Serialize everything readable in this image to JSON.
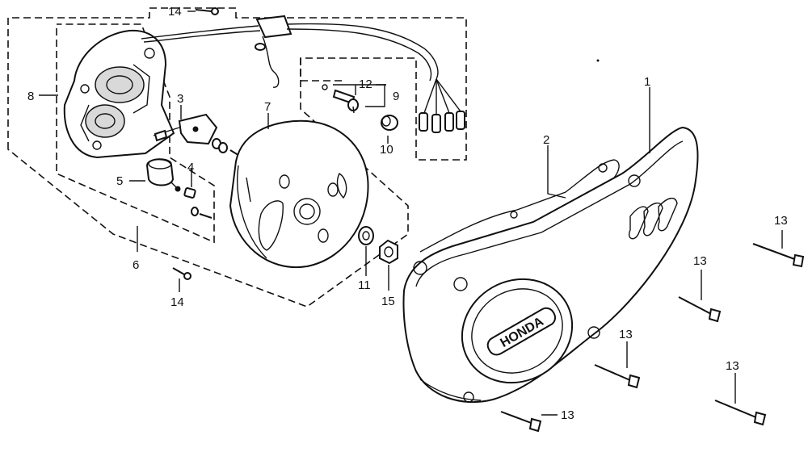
{
  "diagram": {
    "brand_text": "HONDA",
    "callouts": [
      {
        "id": "c1",
        "text": "1"
      },
      {
        "id": "c2",
        "text": "2"
      },
      {
        "id": "c3",
        "text": "3"
      },
      {
        "id": "c4",
        "text": "4"
      },
      {
        "id": "c5",
        "text": "5"
      },
      {
        "id": "c6",
        "text": "6"
      },
      {
        "id": "c7",
        "text": "7"
      },
      {
        "id": "c8",
        "text": "8"
      },
      {
        "id": "c9",
        "text": "9"
      },
      {
        "id": "c10",
        "text": "10"
      },
      {
        "id": "c11",
        "text": "11"
      },
      {
        "id": "c12",
        "text": "12"
      },
      {
        "id": "c13a",
        "text": "13"
      },
      {
        "id": "c13b",
        "text": "13"
      },
      {
        "id": "c13c",
        "text": "13"
      },
      {
        "id": "c13d",
        "text": "13"
      },
      {
        "id": "c13e",
        "text": "13"
      },
      {
        "id": "c14a",
        "text": "14"
      },
      {
        "id": "c14b",
        "text": "14"
      },
      {
        "id": "c15",
        "text": "15"
      }
    ]
  }
}
